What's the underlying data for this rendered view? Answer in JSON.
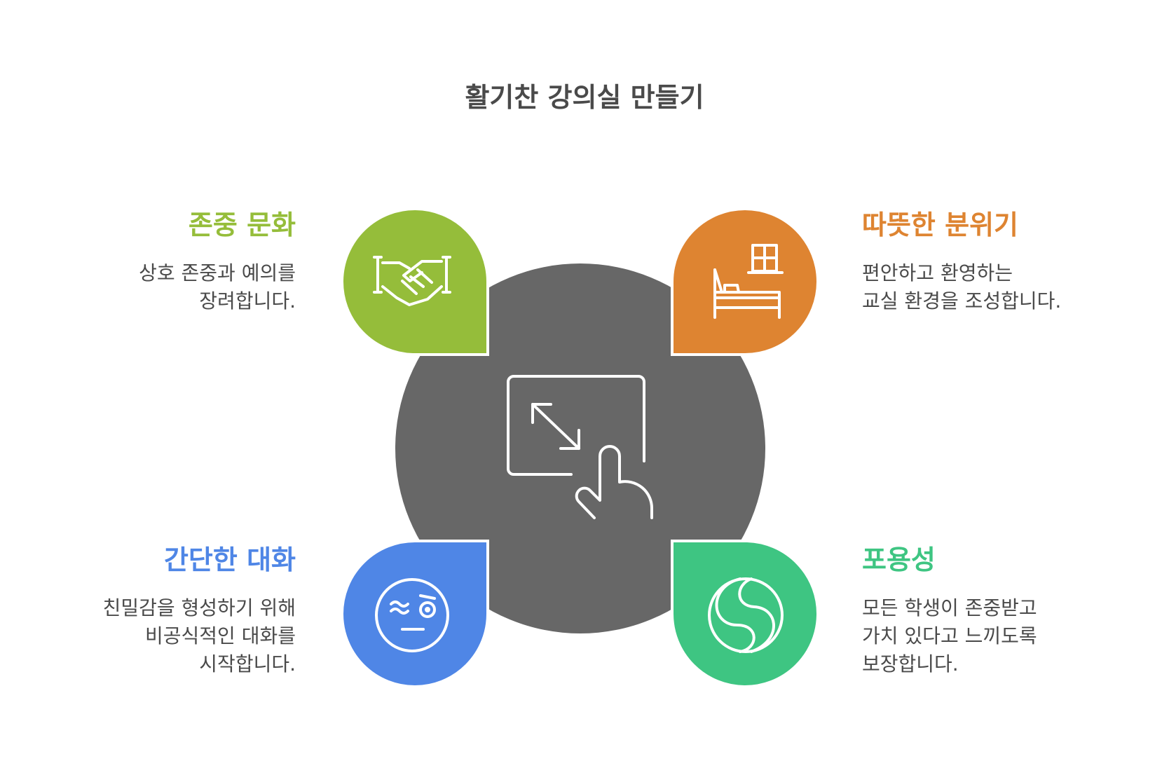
{
  "title": "활기찬 강의실 만들기",
  "colors": {
    "center": "#676767",
    "green": "#95bd3a",
    "orange": "#de8431",
    "blue": "#4f86e6",
    "teal": "#3ec582",
    "text": "#4a4a4a"
  },
  "center": {
    "icon": "resize-touch-icon"
  },
  "items": [
    {
      "heading": "존중 문화",
      "lines": [
        "상호 존중과 예의를",
        "장려합니다."
      ],
      "icon": "handshake-icon"
    },
    {
      "heading": "따뜻한 분위기",
      "lines": [
        "편안하고 환영하는",
        "교실 환경을 조성합니다."
      ],
      "icon": "bedroom-icon"
    },
    {
      "heading": "간단한 대화",
      "lines": [
        "친밀감을 형성하기 위해",
        "비공식적인 대화를",
        "시작합니다."
      ],
      "icon": "face-icon"
    },
    {
      "heading": "포용성",
      "lines": [
        "모든 학생이 존중받고",
        "가치 있다고 느끼도록",
        "보장합니다."
      ],
      "icon": "harmony-icon"
    }
  ]
}
